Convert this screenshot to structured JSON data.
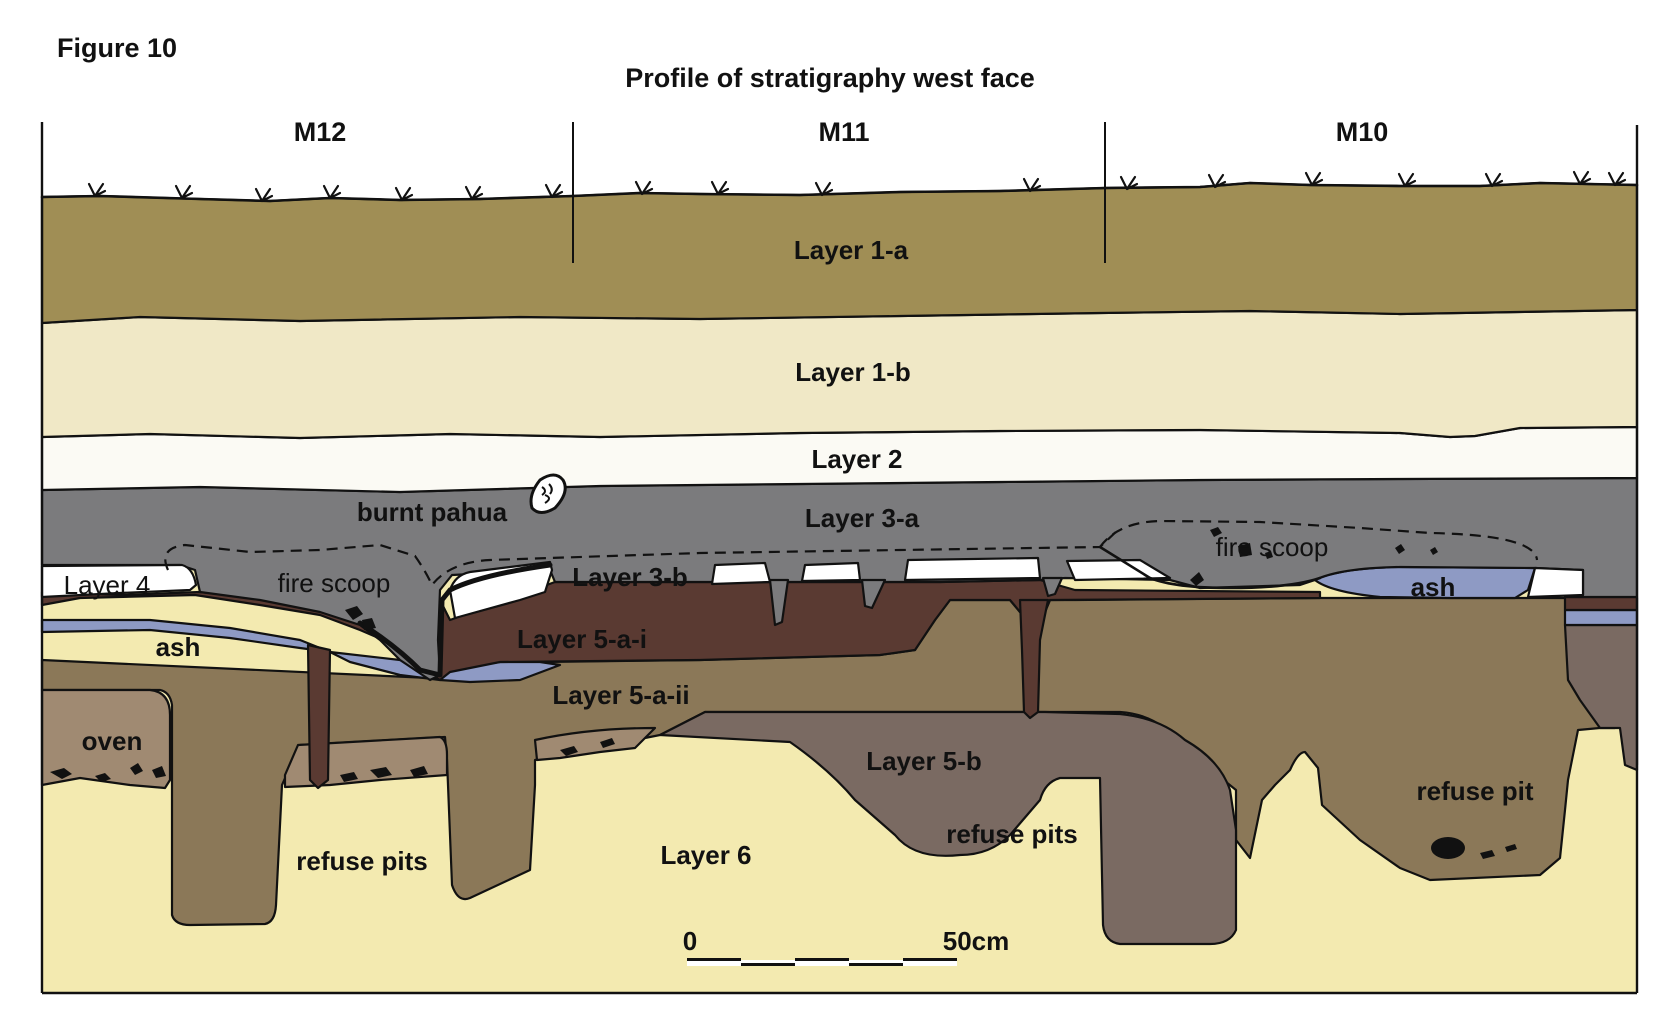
{
  "figure": {
    "label": "Figure 10",
    "title": "Profile of stratigraphy west face"
  },
  "grid_squares": [
    "M12",
    "M11",
    "M10"
  ],
  "layers": {
    "layer_1a": "Layer 1-a",
    "layer_1b": "Layer 1-b",
    "layer_2": "Layer 2",
    "layer_3a": "Layer 3-a",
    "layer_3b": "Layer 3-b",
    "layer_4": "Layer 4",
    "layer_5ai": "Layer 5-a-i",
    "layer_5aii": "Layer 5-a-ii",
    "layer_5b": "Layer 5-b",
    "layer_6": "Layer 6"
  },
  "features": {
    "burnt_pahua": "burnt pahua",
    "fire_scoop_left": "fire scoop",
    "fire_scoop_right": "fire scoop",
    "ash_left": "ash",
    "ash_right": "ash",
    "oven": "oven",
    "refuse_pits_left": "refuse pits",
    "refuse_pits_right": "refuse pits",
    "refuse_pit": "refuse pit"
  },
  "scale_bar": {
    "start_label": "0",
    "end_label": "50cm",
    "segments": 5
  },
  "colors": {
    "layer_1a": "#A08E55",
    "layer_1b": "#F0E8C6",
    "layer_2": "#FBFAF4",
    "layer_3": "#7B7B7D",
    "layer_4": "#FFFFFF",
    "layer_5ai": "#5A3A32",
    "ash": "#8E9AC4",
    "layer_5aii": "#8B7858",
    "layer_5b": "#7A6A62",
    "oven": "#A08A72",
    "layer_6": "#F3EAB0",
    "line": "#111111"
  }
}
